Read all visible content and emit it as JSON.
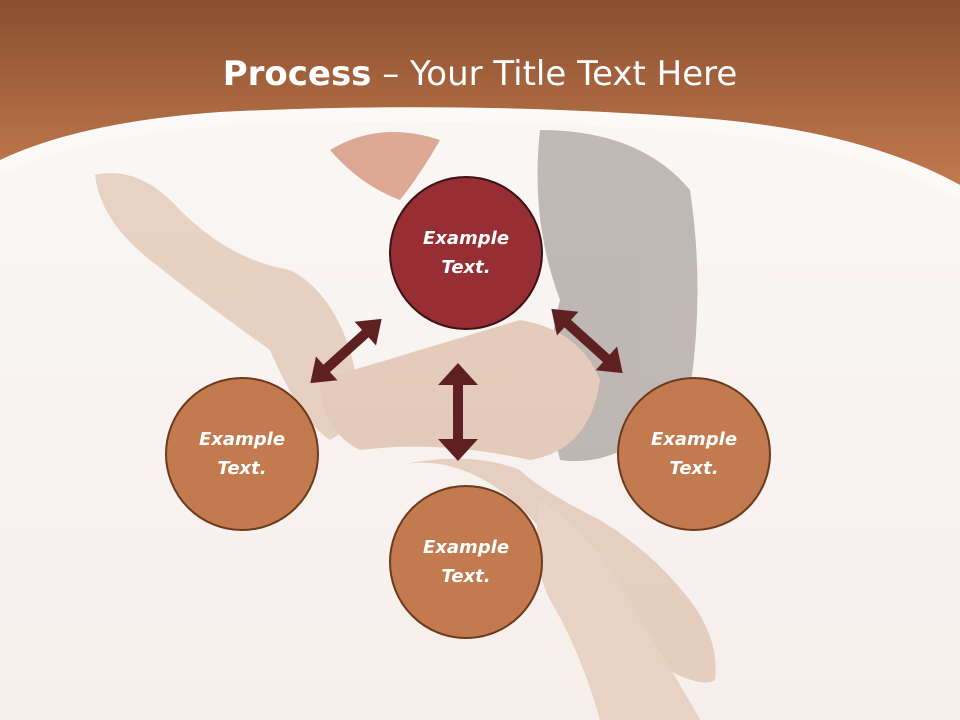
{
  "title": {
    "bold": "Process",
    "rest": " – Your Title Text Here"
  },
  "colors": {
    "header": "#b86a3e",
    "center_node": "#962e34",
    "outer_node": "#c27a4e",
    "arrow": "#5e2020"
  },
  "diagram": {
    "center": {
      "line1": "Example",
      "line2": "Text."
    },
    "left": {
      "line1": "Example",
      "line2": "Text."
    },
    "bottom": {
      "line1": "Example",
      "line2": "Text."
    },
    "right": {
      "line1": "Example",
      "line2": "Text."
    }
  }
}
